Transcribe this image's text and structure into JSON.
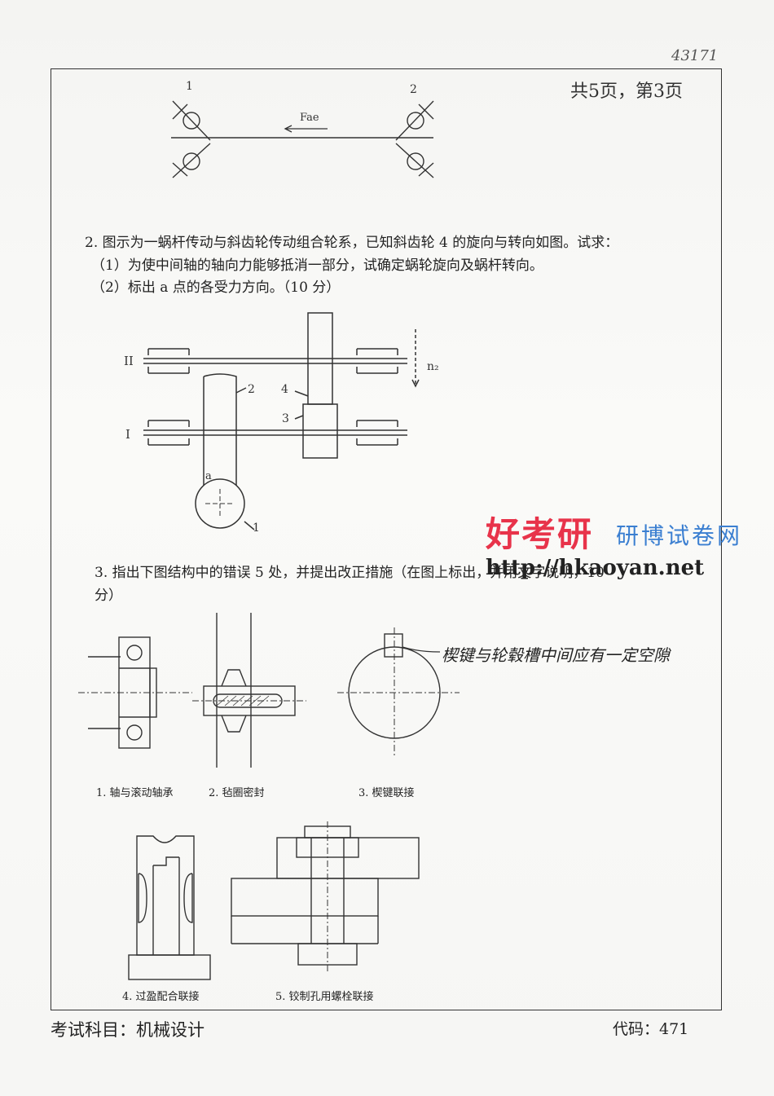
{
  "header": {
    "doc_number": "43171",
    "page_info": "共5页，第3页"
  },
  "fig_top": {
    "bearing_1": "1",
    "bearing_2": "2",
    "force_label": "Fae"
  },
  "q2": {
    "line1": "2. 图示为一蜗杆传动与斜齿轮传动组合轮系，已知斜齿轮 4 的旋向与转向如图。试求：",
    "line2": "（1）为使中间轴的轴向力能够抵消一部分，试确定蜗轮旋向及蜗杆转向。",
    "line3": "（2）标出 a 点的各受力方向。（10 分）",
    "labels": {
      "shaft_II": "II",
      "shaft_I": "I",
      "n": "n₂",
      "g2": "2",
      "g3": "3",
      "g4": "4",
      "g1": "1",
      "point_a": "a"
    }
  },
  "q3": {
    "line1": "3. 指出下图结构中的错误 5 处，并提出改正措施（在图上标出，并用文字说明，10",
    "line2": "分）",
    "handwritten_note": "楔键与轮毂槽中间应有一定空隙",
    "captions": [
      "1. 轴与滚动轴承",
      "2. 毡圈密封",
      "3. 楔键联接",
      "4. 过盈配合联接",
      "5. 铰制孔用螺栓联接"
    ]
  },
  "watermark": {
    "brand": "好考研",
    "slogan": "研博试卷网",
    "url": "http://hkaoyan.net"
  },
  "footer": {
    "subject": "考试科目：机械设计",
    "code": "代码：471"
  }
}
